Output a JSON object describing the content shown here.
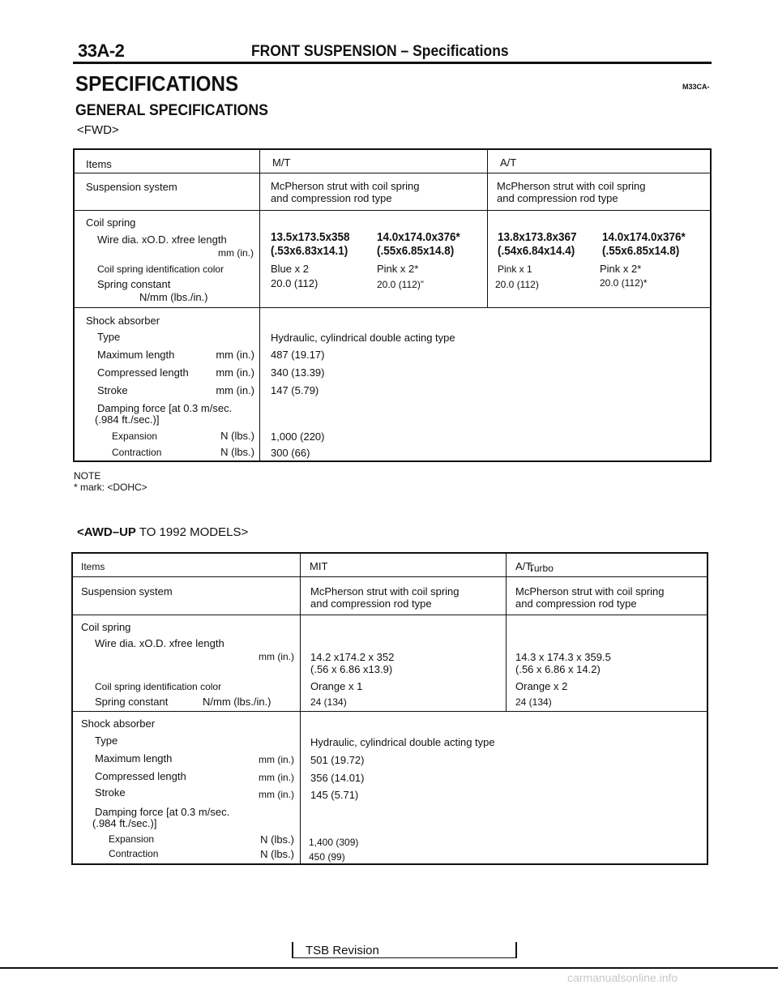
{
  "header": {
    "page_number": "33A-2",
    "title": "FRONT SUSPENSION – Specifications"
  },
  "section_title": "SPECIFICATIONS",
  "section_code": "M33CA-",
  "subsection_title": "GENERAL SPECIFICATIONS",
  "fwd": {
    "label": "<FWD>",
    "col_items": "Items",
    "col_mt": "M/T",
    "col_at": "A/T",
    "suspension_label": "Suspension system",
    "suspension_mt_1": "McPherson strut with coil spring",
    "suspension_mt_2": "and compression rod type",
    "suspension_at_1": "McPherson strut with coil spring",
    "suspension_at_2": "and compression rod type",
    "coil_spring": "Coil spring",
    "wire_label": "Wire dia. xO.D. xfree length",
    "wire_unit": "mm (in.)",
    "wire_mt_1": "13.5x173.5x358",
    "wire_mt_1_in": "(.53x6.83x14.1)",
    "wire_mt_2": "14.0x174.0x376*",
    "wire_mt_2_in": "(.55x6.85x14.8)",
    "wire_at_1": "13.8x173.8x367",
    "wire_at_1_in": "(.54x6.84x14.4)",
    "wire_at_2": "14.0x174.0x376*",
    "wire_at_2_in": "(.55x6.85x14.8)",
    "ident_label": "Coil spring identification color",
    "ident_mt_1": "Blue x 2",
    "ident_mt_2": "Pink x 2*",
    "ident_at_1": "Pink x 1",
    "ident_at_2": "Pink x 2*",
    "const_label": "Spring constant",
    "const_unit": "N/mm (lbs./in.)",
    "const_mt_1": "20.0 (112)",
    "const_mt_2": "20.0 (112)”",
    "const_at_1": "20.0 (112)",
    "const_at_2": "20.0 (112)*",
    "shock": "Shock absorber",
    "type_label": "Type",
    "type_value": "Hydraulic, cylindrical double acting type",
    "max_label": "Maximum length",
    "max_unit": "mm (in.)",
    "max_value": "487 (19.17)",
    "comp_label": "Compressed length",
    "comp_unit": "mm (in.)",
    "comp_value": "340 (13.39)",
    "stroke_label": "Stroke",
    "stroke_unit": "mm (in.)",
    "stroke_value": "147 (5.79)",
    "damping_1": "Damping force [at 0.3 m/sec.",
    "damping_2": "(.984 ft./sec.)]",
    "exp_label": "Expansion",
    "exp_unit": "N (lbs.)",
    "exp_value": "1,000 (220)",
    "con_label": "Contraction",
    "con_unit": "N (lbs.)",
    "con_value": "300 (66)"
  },
  "note": {
    "title": "NOTE",
    "text": "* mark: <DOHC>"
  },
  "awd": {
    "label_bold": "<AWD–UP",
    "label_rest": " TO 1992 MODELS>",
    "col_items": "Items",
    "col_mt": "MIT",
    "col_at": "A/T,",
    "col_turbo": "Turbo",
    "suspension_label": "Suspension system",
    "suspension_mt_1": "McPherson strut with coil spring",
    "suspension_mt_2": "and compression rod type",
    "suspension_at_1": "McPherson strut with coil spring",
    "suspension_at_2": "and compression rod type",
    "coil_spring": "Coil spring",
    "wire_label": "Wire dia. xO.D. xfree length",
    "wire_unit": "mm (in.)",
    "wire_mt": "14.2 x174.2 x 352",
    "wire_mt_in": "(.56 x 6.86 x13.9)",
    "wire_at": "14.3 x 174.3 x 359.5",
    "wire_at_in": "(.56 x 6.86 x 14.2)",
    "ident_label": "Coil spring identification color",
    "ident_mt": "Orange x 1",
    "ident_at": "Orange x 2",
    "const_label": "Spring constant",
    "const_unit": "N/mm (lbs./in.)",
    "const_mt": "24 (134)",
    "const_at": "24 (134)",
    "shock": "Shock absorber",
    "type_label": "Type",
    "type_value": "Hydraulic, cylindrical double acting type",
    "max_label": "Maximum length",
    "max_unit": "mm (in.)",
    "max_value": "501 (19.72)",
    "comp_label": "Compressed length",
    "comp_unit": "mm (in.)",
    "comp_value": "356 (14.01)",
    "stroke_label": "Stroke",
    "stroke_unit": "mm (in.)",
    "stroke_value": "145 (5.71)",
    "damping_1": "Damping force [at 0.3 m/sec.",
    "damping_2": "(.984 ft./sec.)]",
    "exp_label": "Expansion",
    "exp_unit": "N (lbs.)",
    "exp_value": "1,400 (309)",
    "con_label": "Contraction",
    "con_unit": "N (lbs.)",
    "con_value": "450 (99)"
  },
  "footer": {
    "tsb": "TSB Revision",
    "watermark": "carmanualsonline.info"
  }
}
